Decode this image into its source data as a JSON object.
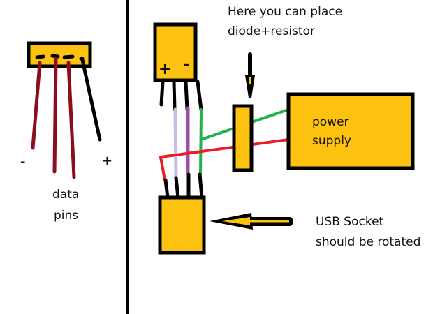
{
  "colors": {
    "component_fill": "#fcc20f",
    "outline": "#000000",
    "wire_dark_red": "#8b0e1a",
    "wire_black": "#000000",
    "wire_lavender": "#c7bde6",
    "wire_purple": "#9b4fa8",
    "wire_green": "#22b14c",
    "wire_red": "#ed1c24"
  },
  "left_panel": {
    "component": "sensor-connector",
    "pin_minus_label": "-",
    "pin_plus_label": "+",
    "data_label_line1": "data",
    "data_label_line2": "pins"
  },
  "right_panel": {
    "connector_plus": "+",
    "connector_minus": "-",
    "annotation_line1": "Here you can place",
    "annotation_line2": "diode+resistor",
    "power_line1": "power",
    "power_line2": "supply",
    "usb_line1": "USB Socket",
    "usb_line2": "should be rotated"
  }
}
